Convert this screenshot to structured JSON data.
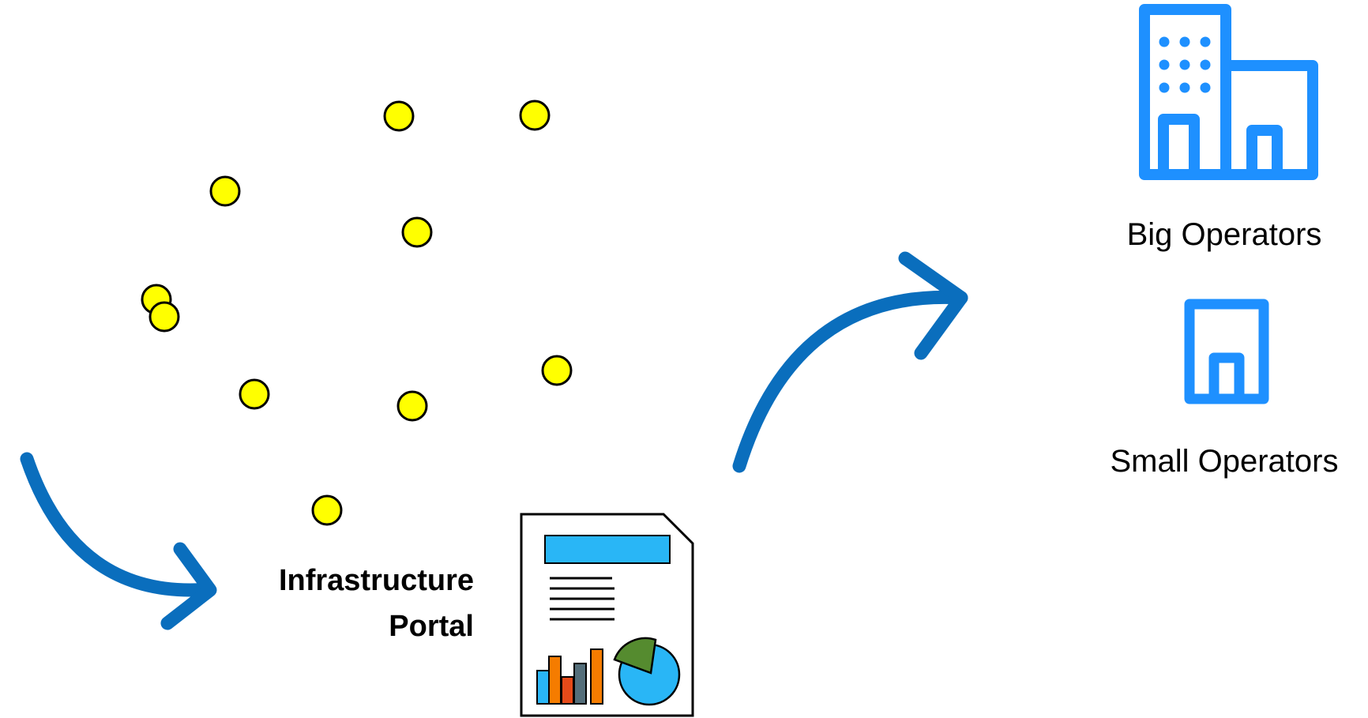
{
  "portal": {
    "label_line1": "Infrastructure",
    "label_line2": "Portal"
  },
  "operators": {
    "big_label": "Big Operators",
    "small_label": "Small Operators"
  },
  "icons": {
    "data_points": "data-point-icon",
    "report": "report-document-icon",
    "big_operator": "large-building-icon",
    "small_operator": "small-building-icon",
    "flow_arrow": "curved-arrow-icon"
  },
  "colors": {
    "arrow": "#0A6EBD",
    "building": "#1E90FF",
    "data_point_fill": "#FFFF00",
    "data_point_stroke": "#000000",
    "report_header": "#29B6F6",
    "chart_orange": "#F57C00",
    "chart_red": "#E64A19",
    "chart_gray": "#546E7A",
    "pie_green": "#558B2F",
    "pie_blue": "#29B6F6"
  }
}
